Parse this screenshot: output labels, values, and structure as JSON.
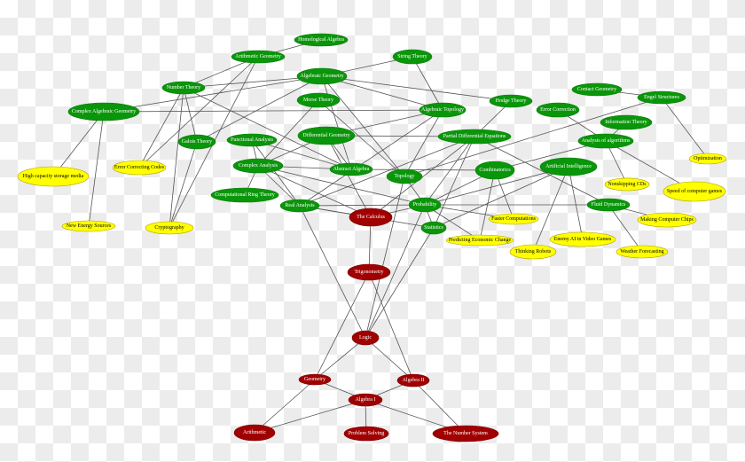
{
  "colors": {
    "advanced": "#0a960a",
    "basic": "#a00000",
    "application": "#ffff00",
    "edge": "#555555"
  },
  "nodes": [
    {
      "id": "homalg",
      "label": "Homological Algebra",
      "kind": "advanced"
    },
    {
      "id": "arithgeo",
      "label": "Arithmetic Geometry",
      "kind": "advanced"
    },
    {
      "id": "string",
      "label": "String Theory",
      "kind": "advanced"
    },
    {
      "id": "alggeo",
      "label": "Algebraic Geometry",
      "kind": "advanced"
    },
    {
      "id": "numth",
      "label": "Number Theory",
      "kind": "advanced"
    },
    {
      "id": "morse",
      "label": "Morse Theory",
      "kind": "advanced"
    },
    {
      "id": "cag",
      "label": "Complex Algebraic Geometry",
      "kind": "advanced"
    },
    {
      "id": "algtop",
      "label": "Algebraic Topology",
      "kind": "advanced"
    },
    {
      "id": "hodge",
      "label": "Hodge Theory",
      "kind": "advanced"
    },
    {
      "id": "contact",
      "label": "Contact Geometry",
      "kind": "advanced"
    },
    {
      "id": "engel",
      "label": "Engel Structures",
      "kind": "advanced"
    },
    {
      "id": "errcorr",
      "label": "Error Correction",
      "kind": "advanced"
    },
    {
      "id": "info",
      "label": "Information Theory",
      "kind": "advanced"
    },
    {
      "id": "diffgeo",
      "label": "Differential Geometry",
      "kind": "advanced"
    },
    {
      "id": "pde",
      "label": "Partial Differential Equations",
      "kind": "advanced"
    },
    {
      "id": "aoa",
      "label": "Analysis of algorithms",
      "kind": "advanced"
    },
    {
      "id": "galois",
      "label": "Galois Theory",
      "kind": "advanced"
    },
    {
      "id": "funcan",
      "label": "Functional Analysis",
      "kind": "advanced"
    },
    {
      "id": "compan",
      "label": "Complex Analysis",
      "kind": "advanced"
    },
    {
      "id": "absalg",
      "label": "Abstract Algebra",
      "kind": "advanced"
    },
    {
      "id": "topo",
      "label": "Topology",
      "kind": "advanced"
    },
    {
      "id": "comb",
      "label": "Combinatorics",
      "kind": "advanced"
    },
    {
      "id": "ai",
      "label": "Artificial Intelligence",
      "kind": "advanced"
    },
    {
      "id": "compring",
      "label": "Computational Ring Theory",
      "kind": "advanced"
    },
    {
      "id": "realan",
      "label": "Real Analysis",
      "kind": "advanced"
    },
    {
      "id": "prob",
      "label": "Probability",
      "kind": "advanced"
    },
    {
      "id": "fluid",
      "label": "Fluid Dynamics",
      "kind": "advanced"
    },
    {
      "id": "stats",
      "label": "Statistics",
      "kind": "advanced"
    },
    {
      "id": "calc",
      "label": "The Calculus",
      "kind": "basic"
    },
    {
      "id": "trig",
      "label": "Trigonometry",
      "kind": "basic"
    },
    {
      "id": "logic",
      "label": "Logic",
      "kind": "basic"
    },
    {
      "id": "geom",
      "label": "Geometry",
      "kind": "basic"
    },
    {
      "id": "alg2",
      "label": "Algebra II",
      "kind": "basic"
    },
    {
      "id": "alg1",
      "label": "Algebra I",
      "kind": "basic"
    },
    {
      "id": "arith",
      "label": "Arithmetic",
      "kind": "basic"
    },
    {
      "id": "probsolve",
      "label": "Problem Solving",
      "kind": "basic"
    },
    {
      "id": "numsys",
      "label": "The Number System",
      "kind": "basic"
    },
    {
      "id": "optim",
      "label": "Optimization",
      "kind": "application"
    },
    {
      "id": "storage",
      "label": "High capacity storage media",
      "kind": "application"
    },
    {
      "id": "ecc",
      "label": "Error Correcting Codes",
      "kind": "application"
    },
    {
      "id": "cds",
      "label": "Nonskipping CDs",
      "kind": "application"
    },
    {
      "id": "games",
      "label": "Speed of computer games",
      "kind": "application"
    },
    {
      "id": "faster",
      "label": "Faster Computations",
      "kind": "application"
    },
    {
      "id": "chips",
      "label": "Making Computer Chips",
      "kind": "application"
    },
    {
      "id": "econ",
      "label": "Predicting Economic Change",
      "kind": "application"
    },
    {
      "id": "enemy",
      "label": "Enemy AI in Video Games",
      "kind": "application"
    },
    {
      "id": "energy",
      "label": "New Energy Sources",
      "kind": "application"
    },
    {
      "id": "crypto",
      "label": "Cryptography",
      "kind": "application"
    },
    {
      "id": "robots",
      "label": "Thinking Robots",
      "kind": "application"
    },
    {
      "id": "weather",
      "label": "Weather Forecasting",
      "kind": "application"
    }
  ],
  "edges": [
    [
      "arith",
      "geom"
    ],
    [
      "arith",
      "alg1"
    ],
    [
      "geom",
      "alg1"
    ],
    [
      "alg1",
      "alg2"
    ],
    [
      "alg1",
      "probsolve"
    ],
    [
      "alg1",
      "numsys"
    ],
    [
      "alg2",
      "numsys"
    ],
    [
      "geom",
      "logic"
    ],
    [
      "logic",
      "alg2"
    ],
    [
      "geom",
      "trig"
    ],
    [
      "trig",
      "alg2"
    ],
    [
      "trig",
      "calc"
    ],
    [
      "logic",
      "realan"
    ],
    [
      "logic",
      "prob"
    ],
    [
      "logic",
      "stats"
    ],
    [
      "logic",
      "topo"
    ],
    [
      "realan",
      "calc"
    ],
    [
      "realan",
      "prob"
    ],
    [
      "realan",
      "compan"
    ],
    [
      "realan",
      "funcan"
    ],
    [
      "realan",
      "stats"
    ],
    [
      "realan",
      "algtop"
    ],
    [
      "compan",
      "funcan"
    ],
    [
      "compan",
      "compring"
    ],
    [
      "compan",
      "absalg"
    ],
    [
      "compan",
      "calc"
    ],
    [
      "compan",
      "morse"
    ],
    [
      "compan",
      "diffgeo"
    ],
    [
      "compan",
      "prob"
    ],
    [
      "funcan",
      "absalg"
    ],
    [
      "numth",
      "arithgeo"
    ],
    [
      "numth",
      "alggeo"
    ],
    [
      "numth",
      "galois"
    ],
    [
      "numth",
      "ecc"
    ],
    [
      "numth",
      "crypto"
    ],
    [
      "numth",
      "absalg"
    ],
    [
      "arithgeo",
      "homalg"
    ],
    [
      "arithgeo",
      "ecc"
    ],
    [
      "arithgeo",
      "crypto"
    ],
    [
      "cag",
      "alggeo"
    ],
    [
      "cag",
      "algtop"
    ],
    [
      "cag",
      "storage"
    ],
    [
      "cag",
      "energy"
    ],
    [
      "galois",
      "crypto"
    ],
    [
      "galois",
      "alggeo"
    ],
    [
      "alggeo",
      "string"
    ],
    [
      "alggeo",
      "hodge"
    ],
    [
      "alggeo",
      "algtop"
    ],
    [
      "alggeo",
      "absalg"
    ],
    [
      "alggeo",
      "topo"
    ],
    [
      "morse",
      "topo"
    ],
    [
      "diffgeo",
      "absalg"
    ],
    [
      "diffgeo",
      "algtop"
    ],
    [
      "diffgeo",
      "pde"
    ],
    [
      "diffgeo",
      "calc"
    ],
    [
      "string",
      "algtop"
    ],
    [
      "algtop",
      "topo"
    ],
    [
      "hodge",
      "pde"
    ],
    [
      "pde",
      "prob"
    ],
    [
      "pde",
      "stats"
    ],
    [
      "pde",
      "calc"
    ],
    [
      "pde",
      "fluid"
    ],
    [
      "pde",
      "realan"
    ],
    [
      "comb",
      "prob"
    ],
    [
      "comb",
      "econ"
    ],
    [
      "comb",
      "faster"
    ],
    [
      "comb",
      "absalg"
    ],
    [
      "ai",
      "prob"
    ],
    [
      "ai",
      "stats"
    ],
    [
      "ai",
      "robots"
    ],
    [
      "ai",
      "enemy"
    ],
    [
      "aoa",
      "comb"
    ],
    [
      "aoa",
      "cds"
    ],
    [
      "aoa",
      "games"
    ],
    [
      "aoa",
      "info"
    ],
    [
      "aoa",
      "errcorr"
    ],
    [
      "engel",
      "contact"
    ],
    [
      "engel",
      "optim"
    ],
    [
      "engel",
      "topo"
    ],
    [
      "prob",
      "fluid"
    ],
    [
      "prob",
      "faster"
    ],
    [
      "prob",
      "econ"
    ],
    [
      "prob",
      "stats"
    ],
    [
      "prob",
      "calc"
    ],
    [
      "prob",
      "topo"
    ],
    [
      "fluid",
      "chips"
    ],
    [
      "fluid",
      "weather"
    ]
  ]
}
